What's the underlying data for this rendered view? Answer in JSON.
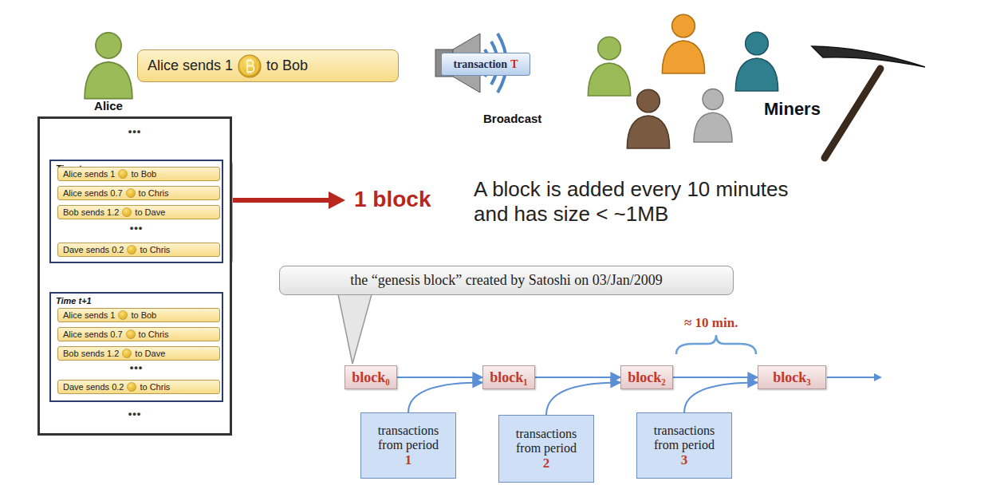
{
  "diagram": {
    "nodes": [
      {
        "text": [
          "Alice sends 1",
          "to Bob"
        ]
      },
      {
        "text": [
          "transaction",
          "T"
        ]
      },
      {
        "text": [
          "•••",
          "•••"
        ]
      },
      {
        "text": [
          "Time t",
          "•••"
        ],
        "in": 2
      },
      {
        "text": [
          "Alice sends 1",
          "to Bob"
        ],
        "in": 3
      },
      {
        "text": [
          "Alice sends 0.7",
          "to Chris"
        ],
        "in": 3
      },
      {
        "text": [
          "Bob sends 1.2",
          "to Dave"
        ],
        "in": 3
      },
      {
        "text": [
          "Dave sends 0.2",
          "to Chris"
        ],
        "in": 3
      },
      {
        "text": [
          "Time t+1",
          "•••"
        ],
        "in": 2
      },
      {
        "text": [
          "Alice sends 1",
          "to Bob"
        ],
        "in": 8
      },
      {
        "text": [
          "Alice sends 0.7",
          "to Chris"
        ],
        "in": 8
      },
      {
        "text": [
          "Bob sends 1.2",
          "to Dave"
        ],
        "in": 8
      },
      {
        "text": [
          "Dave sends 0.2",
          "to Chris"
        ],
        "in": 8
      },
      {
        "text": [
          "the “genesis block” created by Satoshi on 03/Jan/2009"
        ]
      },
      {
        "text": [
          "block₀"
        ]
      },
      {
        "text": [
          "block₁"
        ]
      },
      {
        "text": [
          "block₂"
        ]
      },
      {
        "text": [
          "block₃"
        ]
      },
      {
        "text": [
          "transactions from period",
          "1"
        ]
      },
      {
        "text": [
          "transactions from period",
          "2"
        ]
      },
      {
        "text": [
          "transactions from period",
          "3"
        ]
      }
    ],
    "edges": [
      {
        "from": 3,
        "to": 8,
        "arrow": "to"
      },
      {
        "from": 14,
        "to": 15,
        "arrow": "to"
      },
      {
        "from": 15,
        "to": 16,
        "arrow": "to"
      },
      {
        "from": 16,
        "to": 17,
        "arrow": "to"
      },
      {
        "from": 18,
        "to": 15,
        "arrow": "to"
      },
      {
        "from": 19,
        "to": 16,
        "arrow": "to"
      },
      {
        "from": 20,
        "to": 17,
        "arrow": "to"
      }
    ],
    "labels": [
      "Alice",
      "Broadcast",
      "Miners",
      "1 block",
      "A block is added every 10 minutes and has size < ~1MB",
      "≈ 10 min."
    ]
  }
}
